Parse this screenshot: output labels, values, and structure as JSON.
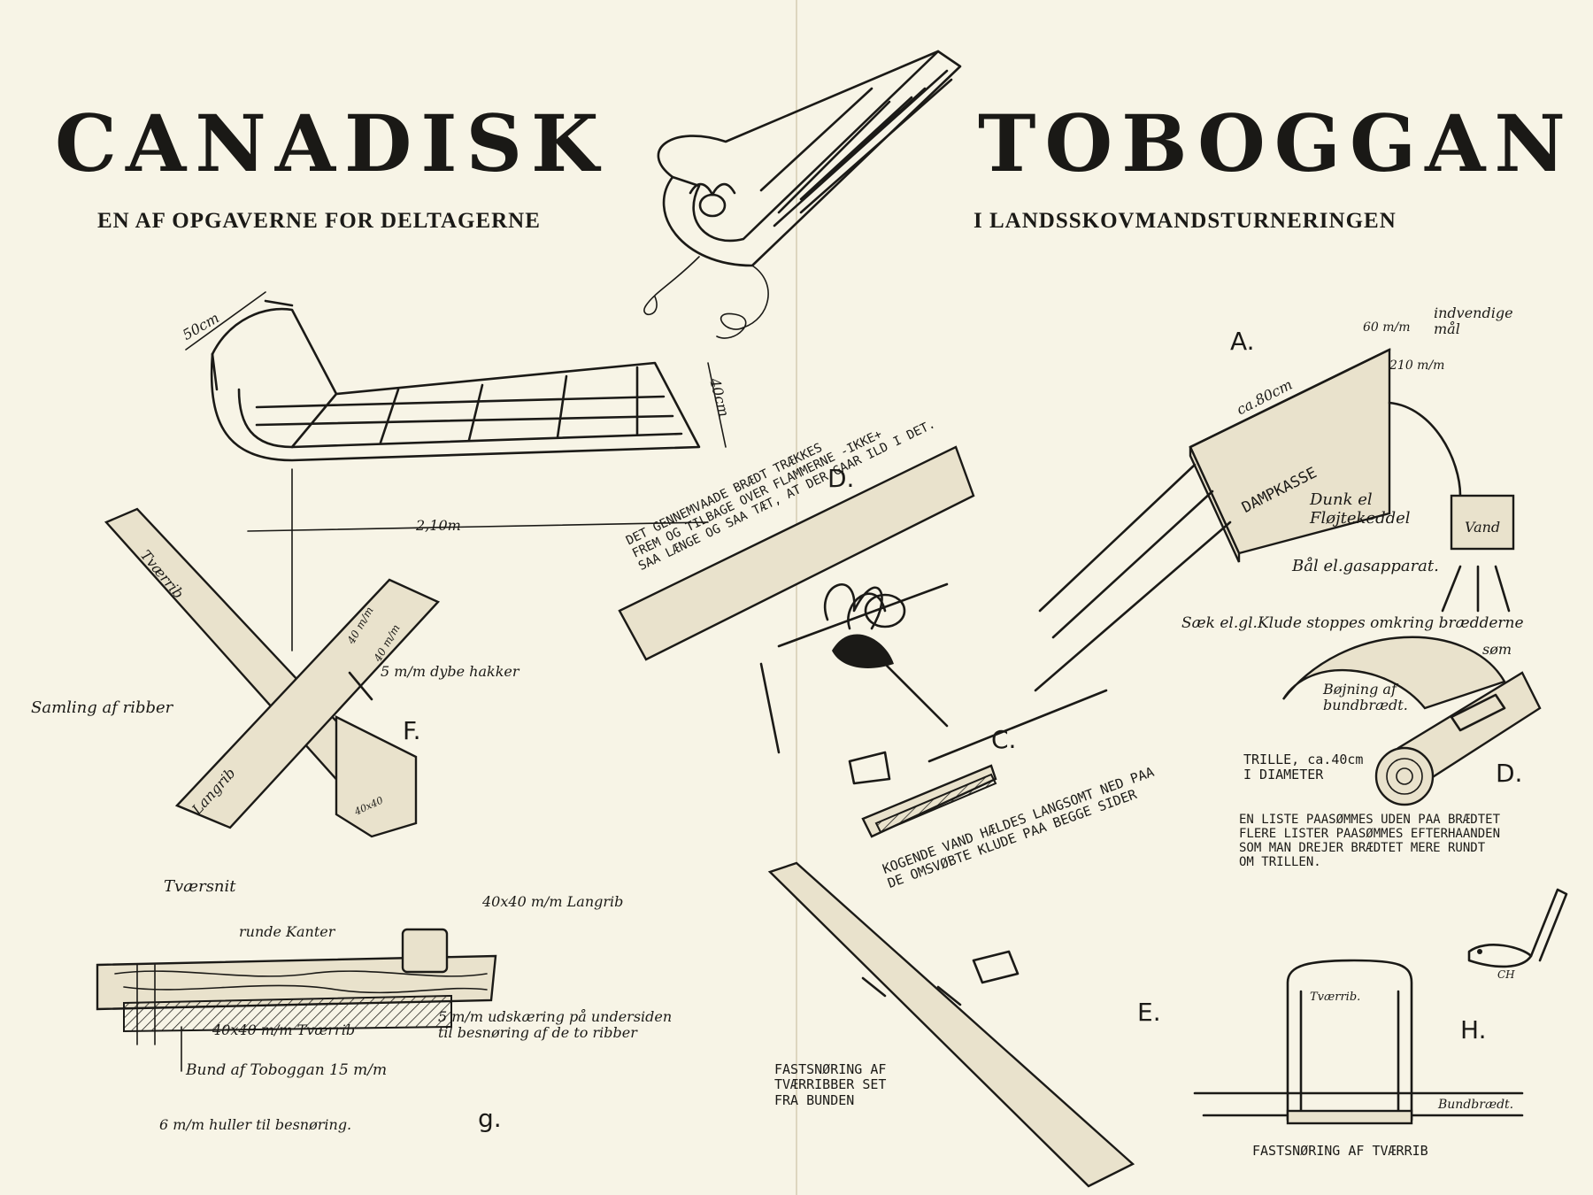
{
  "header": {
    "title_left": "CANADISK",
    "title_right": "TOBOGGAN",
    "subtitle_left": "EN AF OPGAVERNE FOR DELTAGERNE",
    "subtitle_right": "I LANDSSKOVMANDSTURNERINGEN"
  },
  "toboggan_sketch": {
    "width_label": "50cm",
    "front_width_label": "40cm",
    "length_label": "2,10m"
  },
  "section_f": {
    "letter": "F.",
    "crossrib_label": "Tværrib",
    "longrib_label": "Langrib",
    "dim_label_1": "40 m/m",
    "dim_label_2": "40 m/m",
    "notch_label": "5 m/m dybe hakker",
    "joint_label": "Samling af ribber",
    "end_label": "40x40"
  },
  "section_d_fire": {
    "letter": "D.",
    "board_text": "DET GENNEMVAADE BRÆDT TRÆKKES\nFREM OG TILBAGE OVER FLAMMERNE -IKKE+\nSAA LÆNGE OG SAA TÆT, AT DER GAAR ILD I DET."
  },
  "section_a": {
    "letter": "A.",
    "box_label": "DAMPKASSE",
    "length_label": "ca.80cm",
    "inside_label": "indvendige\nmål",
    "dim_60": "60 m/m",
    "dim_210": "210 m/m",
    "can_label": "Dunk el\nFløjtekeddel",
    "water_label": "Vand",
    "burner_label": "Bål el.gasapparat.",
    "seal_label": "Sæk el.gl.Klude stoppes omkring brædderne"
  },
  "section_c": {
    "letter": "C.",
    "instruction": "KOGENDE VAND HÆLDES LANGSOMT NED PAA\nDE OMSVØBTE KLUDE PAA BEGGE SIDER"
  },
  "section_d_roller": {
    "letter": "D.",
    "bend_label": "Bøjning af\nbundbrædt.",
    "seam_label": "søm",
    "roller_label": "TRILLE, ca.40cm\nI DIAMETER",
    "instruction": "EN LISTE PAASØMMES UDEN PAA BRÆDTET\nFLERE LISTER PAASØMMES EFTERHAANDEN\nSOM MAN DREJER BRÆDTET MERE RUNDT\nOM TRILLEN."
  },
  "section_g": {
    "letter": "g.",
    "heading": "Tværsnit",
    "longrib_label": "40x40 m/m Langrib",
    "edges_label": "runde Kanter",
    "crossrib_label": "40x40 m/m Tværrib",
    "cutout_label": "5 m/m udskæring på undersiden\ntil besnøring af de to ribber",
    "bottom_label": "Bund af Toboggan 15 m/m",
    "holes_label": "6 m/m huller til besnøring."
  },
  "section_e": {
    "letter": "E.",
    "caption": "FASTSNØRING AF\nTVÆRRIBBER SET\nFRA BUNDEN"
  },
  "section_h": {
    "letter": "H.",
    "crossrib_label": "Tværrib.",
    "board_label": "Bundbrædt.",
    "caption": "FASTSNØRING AF TVÆRRIB"
  },
  "signature": {
    "initials": "CH"
  }
}
